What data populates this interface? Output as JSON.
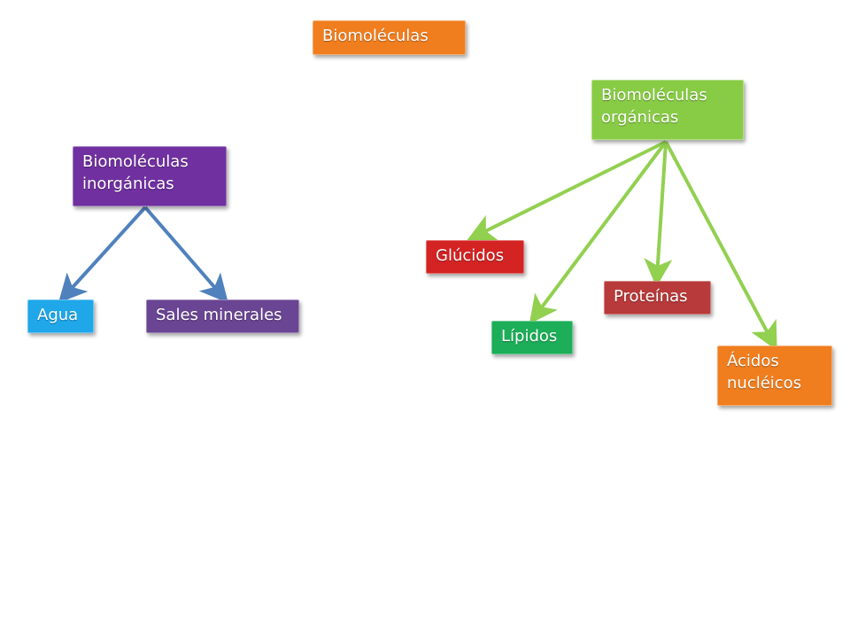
{
  "diagram": {
    "root": {
      "label": "Biomoléculas",
      "color": "#F07E1F"
    },
    "organic": {
      "label": "Biomoléculas\norgánicas",
      "color": "#88CC45"
    },
    "inorganic": {
      "label": "Biomoléculas\ninorgánicas",
      "color": "#7030A0"
    },
    "agua": {
      "label": "Agua",
      "color": "#1FA7EA"
    },
    "sales": {
      "label": "Sales minerales",
      "color": "#6A4593"
    },
    "glucidos": {
      "label": "Glúcidos",
      "color": "#D42323"
    },
    "proteinas": {
      "label": "Proteínas",
      "color": "#B83A3A"
    },
    "lipidos": {
      "label": "Lípidos",
      "color": "#1CAE58"
    },
    "acidos": {
      "label": "Ácidos\nnucléicos",
      "color": "#F07E1F"
    },
    "edge_colors": {
      "inorganic_branch": "#4F81BD",
      "organic_branch": "#92D050"
    }
  }
}
